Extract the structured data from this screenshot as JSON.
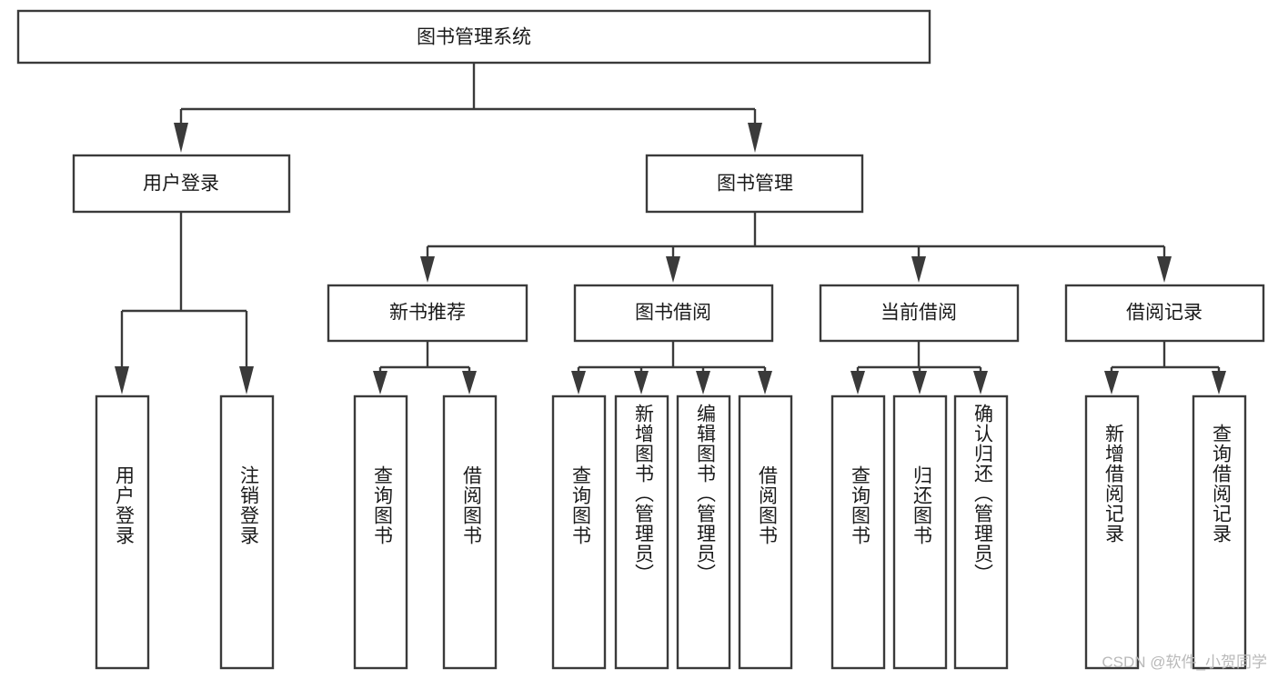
{
  "diagram": {
    "type": "tree",
    "title": "图书管理系统",
    "root": {
      "id": "root",
      "label": "图书管理系统",
      "orientation": "horizontal"
    },
    "level2": [
      {
        "id": "user-login",
        "label": "用户登录",
        "orientation": "horizontal"
      },
      {
        "id": "book-manage",
        "label": "图书管理",
        "orientation": "horizontal"
      }
    ],
    "level3": [
      {
        "id": "new-book-recommend",
        "label": "新书推荐",
        "orientation": "horizontal",
        "parent": "book-manage"
      },
      {
        "id": "book-borrow",
        "label": "图书借阅",
        "orientation": "horizontal",
        "parent": "book-manage"
      },
      {
        "id": "current-borrow",
        "label": "当前借阅",
        "orientation": "horizontal",
        "parent": "book-manage"
      },
      {
        "id": "borrow-record",
        "label": "借阅记录",
        "orientation": "horizontal",
        "parent": "book-manage"
      }
    ],
    "leaves": [
      {
        "id": "leaf-user-login",
        "label": "用户登录",
        "parent": "user-login",
        "orientation": "vertical"
      },
      {
        "id": "leaf-logout",
        "label": "注销登录",
        "parent": "user-login",
        "orientation": "vertical"
      },
      {
        "id": "leaf-query-book-1",
        "label": "查询图书",
        "parent": "new-book-recommend",
        "orientation": "vertical"
      },
      {
        "id": "leaf-borrow-book-1",
        "label": "借阅图书",
        "parent": "new-book-recommend",
        "orientation": "vertical"
      },
      {
        "id": "leaf-query-book-2",
        "label": "查询图书",
        "parent": "book-borrow",
        "orientation": "vertical"
      },
      {
        "id": "leaf-add-book",
        "label": "新增图书（管理员）",
        "parent": "book-borrow",
        "orientation": "vertical"
      },
      {
        "id": "leaf-edit-book",
        "label": "编辑图书（管理员）",
        "parent": "book-borrow",
        "orientation": "vertical"
      },
      {
        "id": "leaf-borrow-book-2",
        "label": "借阅图书",
        "parent": "book-borrow",
        "orientation": "vertical"
      },
      {
        "id": "leaf-query-book-3",
        "label": "查询图书",
        "parent": "current-borrow",
        "orientation": "vertical"
      },
      {
        "id": "leaf-return-book",
        "label": "归还图书",
        "parent": "current-borrow",
        "orientation": "vertical"
      },
      {
        "id": "leaf-confirm-return",
        "label": "确认归还（管理员）",
        "parent": "current-borrow",
        "orientation": "vertical"
      },
      {
        "id": "leaf-add-record",
        "label": "新增借阅记录",
        "parent": "borrow-record",
        "orientation": "vertical"
      },
      {
        "id": "leaf-query-record",
        "label": "查询借阅记录",
        "parent": "borrow-record",
        "orientation": "vertical"
      }
    ],
    "colors": {
      "box_fill": "#ffffff",
      "box_stroke": "#3a3a3a",
      "text": "#1a1a1a",
      "background": "#ffffff",
      "watermark": "#b9b9b9"
    }
  },
  "watermark": {
    "text": "CSDN @软件_小贺同学"
  }
}
